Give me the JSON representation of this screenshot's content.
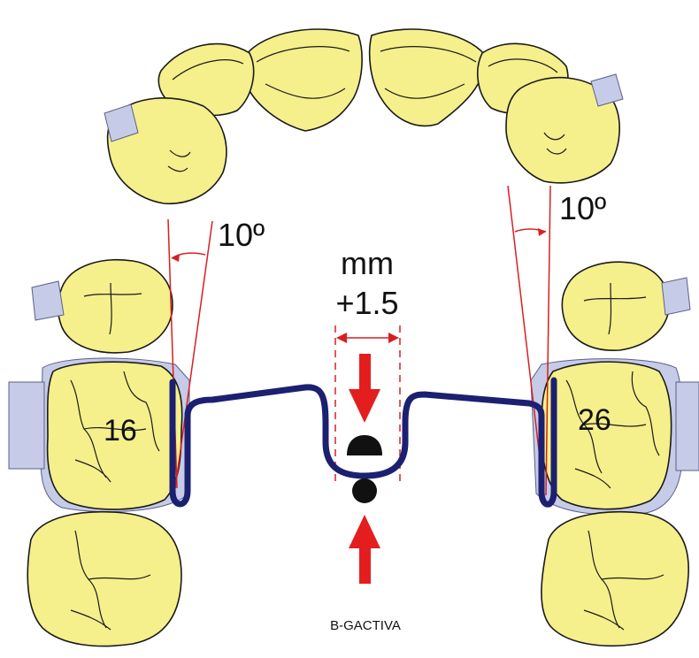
{
  "labels": {
    "angle_left": "10º",
    "angle_right": "10º",
    "unit": "mm",
    "offset": "+1.5",
    "tooth_left": "16",
    "tooth_right": "26",
    "caption": "B-GACTIVA"
  },
  "colors": {
    "tooth_fill": "#f5ef8c",
    "tooth_stroke": "#1a1a1a",
    "band_fill": "#c6cbe8",
    "band_stroke": "#5a5f8a",
    "wire": "#1c2070",
    "guide_line": "#d62020",
    "arrow": "#e41e1e",
    "marker": "#111111"
  }
}
